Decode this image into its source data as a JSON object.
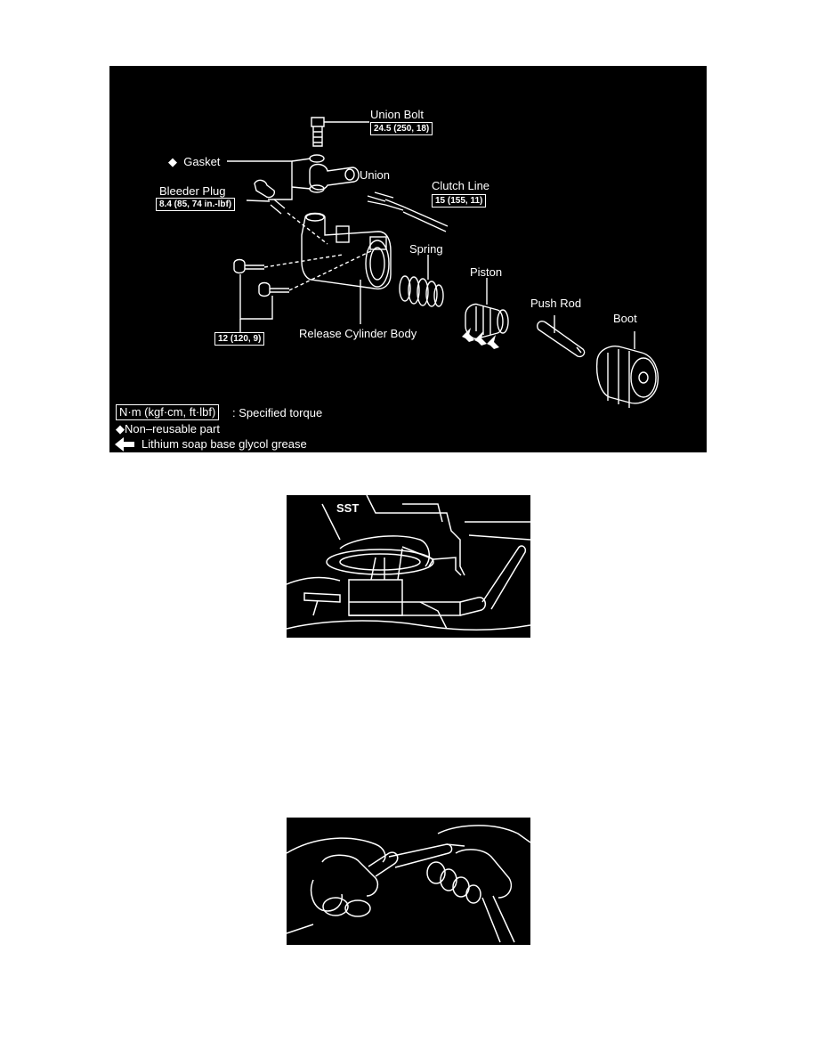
{
  "figure1": {
    "labels": {
      "union_bolt": "Union Bolt",
      "gasket": "Gasket",
      "union": "Union",
      "clutch_line": "Clutch Line",
      "bleeder_plug": "Bleeder Plug",
      "spring": "Spring",
      "piston": "Piston",
      "push_rod": "Push Rod",
      "boot": "Boot",
      "release_cylinder_body": "Release Cylinder Body"
    },
    "torques": {
      "union_bolt": "24.5 (250, 18)",
      "clutch_line": "15 (155, 11)",
      "bleeder_plug": "8.4 (85, 74 in.-lbf)",
      "body_bolts": "12 (120, 9)"
    },
    "legend": {
      "torque_units": "N·m (kgf·cm, ft·lbf)",
      "torque_text": ": Specified torque",
      "non_reusable": "Non–reusable part",
      "grease": "Lithium soap base glycol grease"
    }
  },
  "figure2": {
    "sst_label": "SST"
  }
}
